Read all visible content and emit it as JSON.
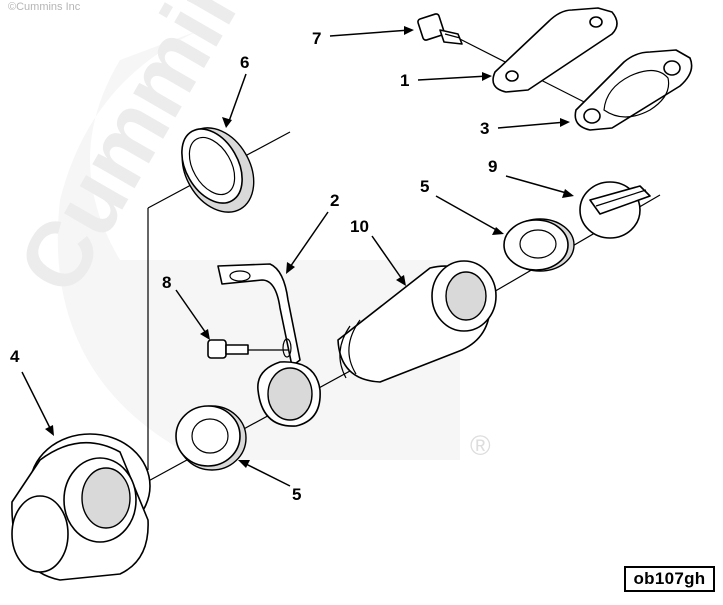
{
  "copyright": "©Cummins Inc",
  "watermark": {
    "text": "Cummins",
    "registered_mark": "®"
  },
  "reference_code": "ob107gh",
  "callouts": [
    {
      "id": "c7",
      "label": "7"
    },
    {
      "id": "c1",
      "label": "1"
    },
    {
      "id": "c3",
      "label": "3"
    },
    {
      "id": "c6",
      "label": "6"
    },
    {
      "id": "c9",
      "label": "9"
    },
    {
      "id": "c5a",
      "label": "5"
    },
    {
      "id": "c2",
      "label": "2"
    },
    {
      "id": "c10",
      "label": "10"
    },
    {
      "id": "c8",
      "label": "8"
    },
    {
      "id": "c4",
      "label": "4"
    },
    {
      "id": "c5b",
      "label": "5"
    }
  ],
  "colors": {
    "line": "#000000",
    "watermark": "#ececec",
    "background": "#ffffff"
  }
}
